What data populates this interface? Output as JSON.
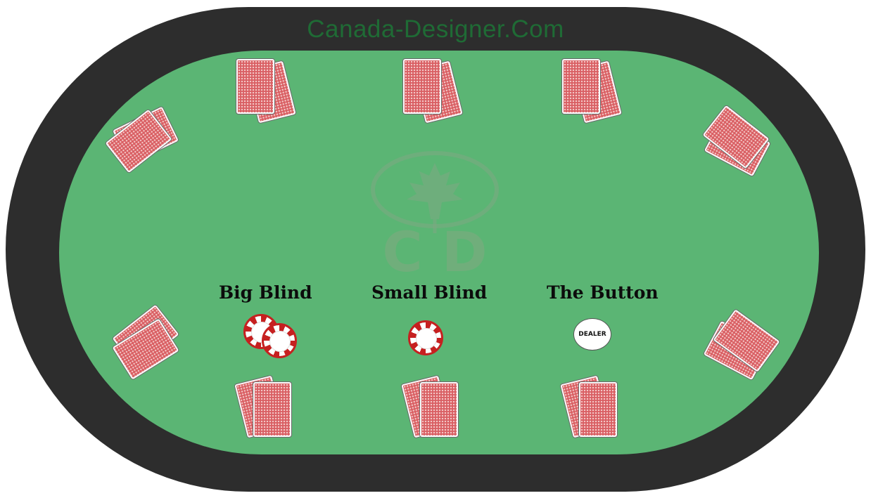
{
  "table": {
    "watermark": "Canada-Designer.Com",
    "logo_letters": "C D",
    "colors": {
      "rail": "#2d2d2d",
      "felt": "#5bb574",
      "card_back": "#d95f63",
      "card_pattern": "#f4c9c9",
      "chip_red": "#c62020",
      "watermark_text": "#1f6b35"
    }
  },
  "positions": {
    "big_blind": "Big Blind",
    "small_blind": "Small Blind",
    "button": "The Button"
  },
  "dealer_button": {
    "label": "DEALER",
    "icon": "dealer-button-icon"
  },
  "seats": [
    {
      "id": "seat-top-left",
      "icon": "card-back-icon"
    },
    {
      "id": "seat-top-center",
      "icon": "card-back-icon"
    },
    {
      "id": "seat-top-right",
      "icon": "card-back-icon"
    },
    {
      "id": "seat-upper-left",
      "icon": "card-back-icon"
    },
    {
      "id": "seat-upper-right",
      "icon": "card-back-icon"
    },
    {
      "id": "seat-lower-left",
      "icon": "card-back-icon"
    },
    {
      "id": "seat-lower-right",
      "icon": "card-back-icon"
    },
    {
      "id": "seat-big-blind",
      "icon": "card-back-icon"
    },
    {
      "id": "seat-small-blind",
      "icon": "card-back-icon"
    },
    {
      "id": "seat-button",
      "icon": "card-back-icon"
    }
  ]
}
